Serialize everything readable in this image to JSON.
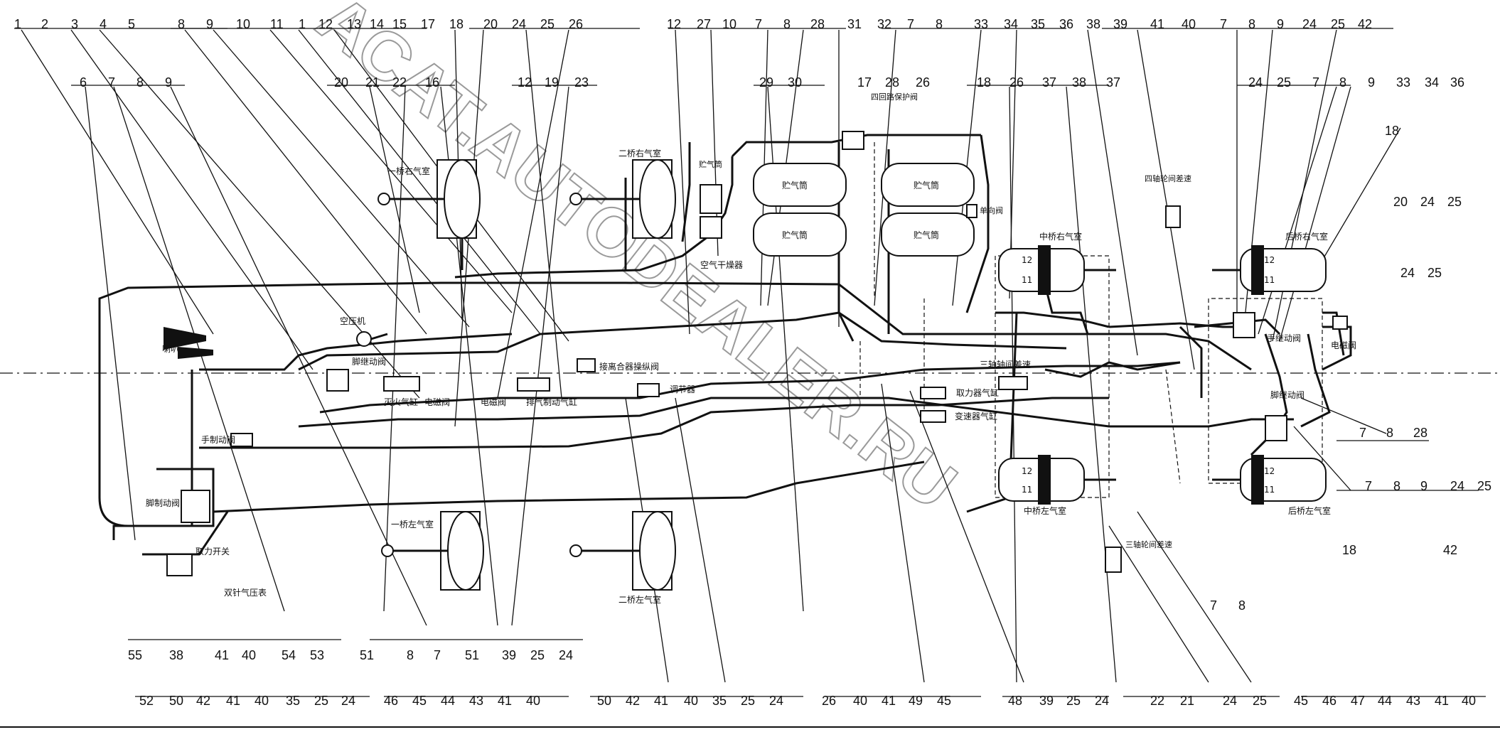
{
  "watermark": "ACAT.AUTODEALER.RU",
  "top_row_numbers": [
    "1",
    "2",
    "3",
    "4",
    "5",
    "8",
    "9",
    "10",
    "11",
    "1",
    "12",
    "13",
    "14",
    "15",
    "17",
    "18",
    "20",
    "24",
    "25",
    "26",
    "12",
    "27",
    "10",
    "7",
    "8",
    "28",
    "31",
    "32",
    "7",
    "8",
    "33",
    "34",
    "35",
    "36",
    "38",
    "39",
    "41",
    "40",
    "7",
    "8",
    "9",
    "24",
    "25",
    "42"
  ],
  "second_row_numbers": [
    "6",
    "7",
    "8",
    "9",
    "20",
    "21",
    "22",
    "16",
    "12",
    "19",
    "23",
    "29",
    "30",
    "17",
    "28",
    "26",
    "18",
    "26",
    "37",
    "38",
    "37",
    "24",
    "25",
    "7",
    "8",
    "9",
    "33",
    "34",
    "36"
  ],
  "bottom_row1_numbers": [
    "55",
    "38",
    "41",
    "40",
    "54",
    "53",
    "51",
    "8",
    "7",
    "51",
    "39",
    "25",
    "24"
  ],
  "bottom_row2_numbers": [
    "52",
    "50",
    "42",
    "41",
    "40",
    "35",
    "25",
    "24",
    "46",
    "45",
    "44",
    "43",
    "41",
    "40",
    "50",
    "42",
    "41",
    "40",
    "35",
    "25",
    "24",
    "26",
    "40",
    "41",
    "49",
    "45",
    "48",
    "39",
    "25",
    "24",
    "22",
    "21",
    "24",
    "25",
    "45",
    "46",
    "47",
    "44",
    "43",
    "41",
    "40"
  ],
  "right_side_numbers": [
    "18",
    "20",
    "24",
    "25",
    "24",
    "25",
    "7",
    "8",
    "28",
    "7",
    "8",
    "9",
    "24",
    "25",
    "42",
    "18",
    "7",
    "8"
  ],
  "labels": {
    "axle1_right_chamber": "一桥右气室",
    "axle2_right_chamber": "二桥右气室",
    "axle1_left_chamber": "一桥左气室",
    "axle2_left_chamber": "二桥左气室",
    "mid_right_chamber": "中桥右气室",
    "mid_left_chamber": "中桥左气室",
    "rear_right_chamber": "后桥右气室",
    "rear_left_chamber": "后桥左气室",
    "air_tank": "贮气筒",
    "air_dryer": "空气干燥器",
    "compressor": "空压机",
    "four_circuit_valve": "四回路保护阀",
    "check_valve": "单向阀",
    "horn": "喇叭",
    "foot_brake_valve": "脚制动阀",
    "hand_brake_valve": "手制动阀",
    "relay_valve": "脚继动阀",
    "hand_relay_valve": "手继动阀",
    "solenoid_valve": "电磁阀",
    "fire_cylinder": "灭火气缸",
    "exhaust_brake_cylinder": "排气制动气缸",
    "clutch_valve": "接离合器操纵阀",
    "regulator": "调节器",
    "pto_cylinder": "取力器气缸",
    "transfer_cylinder": "变速器气缸",
    "third_axle_diff": "三轴轴间差速",
    "fourth_axle_diff": "四轴轮间差速",
    "third_wheel_diff": "三轴轮间差速",
    "pto_switch": "取力开关",
    "dual_gauge": "双针气压表"
  }
}
